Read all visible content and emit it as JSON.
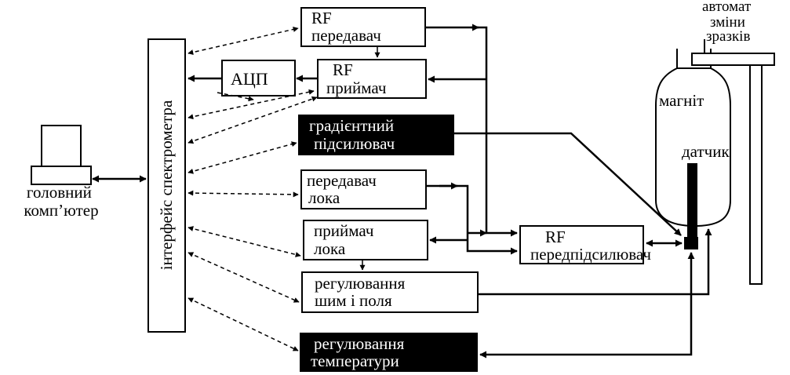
{
  "blocks": {
    "interface": "інтерфейс спектрометра",
    "computer": [
      "головний",
      "комп’ютер"
    ],
    "rf_transmitter": [
      "RF",
      "передавач"
    ],
    "rf_receiver": [
      "RF",
      "приймач"
    ],
    "adc": "АЦП",
    "gradient_amp": [
      "градієнтний",
      "підсилювач"
    ],
    "lock_transmitter": [
      "передавач",
      "лока"
    ],
    "lock_receiver": [
      "приймач",
      "лока"
    ],
    "rf_preamp": [
      "RF",
      "передпідсилювач"
    ],
    "shim_field": [
      "регулювання",
      "шим і поля"
    ],
    "temperature": [
      "регулювання",
      "температури"
    ],
    "sample_changer": [
      "автомат",
      "зміни",
      "зразків"
    ],
    "magnet": "магніт",
    "probe": "датчик"
  },
  "colors": {
    "ink": "#000000",
    "background": "#ffffff",
    "inverse_text": "#ffffff"
  }
}
